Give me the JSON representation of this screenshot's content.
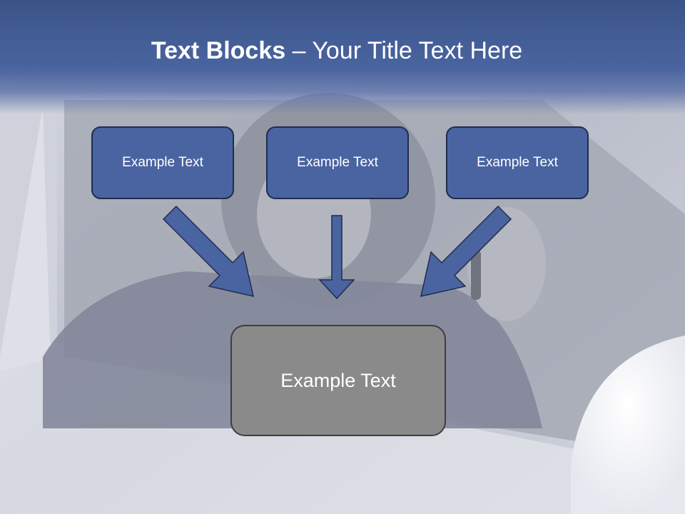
{
  "title": {
    "bold": "Text Blocks",
    "separator": " – ",
    "rest": "Your Title Text Here"
  },
  "boxes": {
    "left": "Example Text",
    "center": "Example Text",
    "right": "Example Text",
    "bottom": "Example Text"
  },
  "colors": {
    "title_band": "#4a64a0",
    "top_box_fill": "#4a64a1",
    "top_box_border": "#1f2d4d",
    "bottom_box_fill": "#8a8a8a",
    "arrow_fill": "#4a64a1",
    "text": "#ffffff"
  }
}
